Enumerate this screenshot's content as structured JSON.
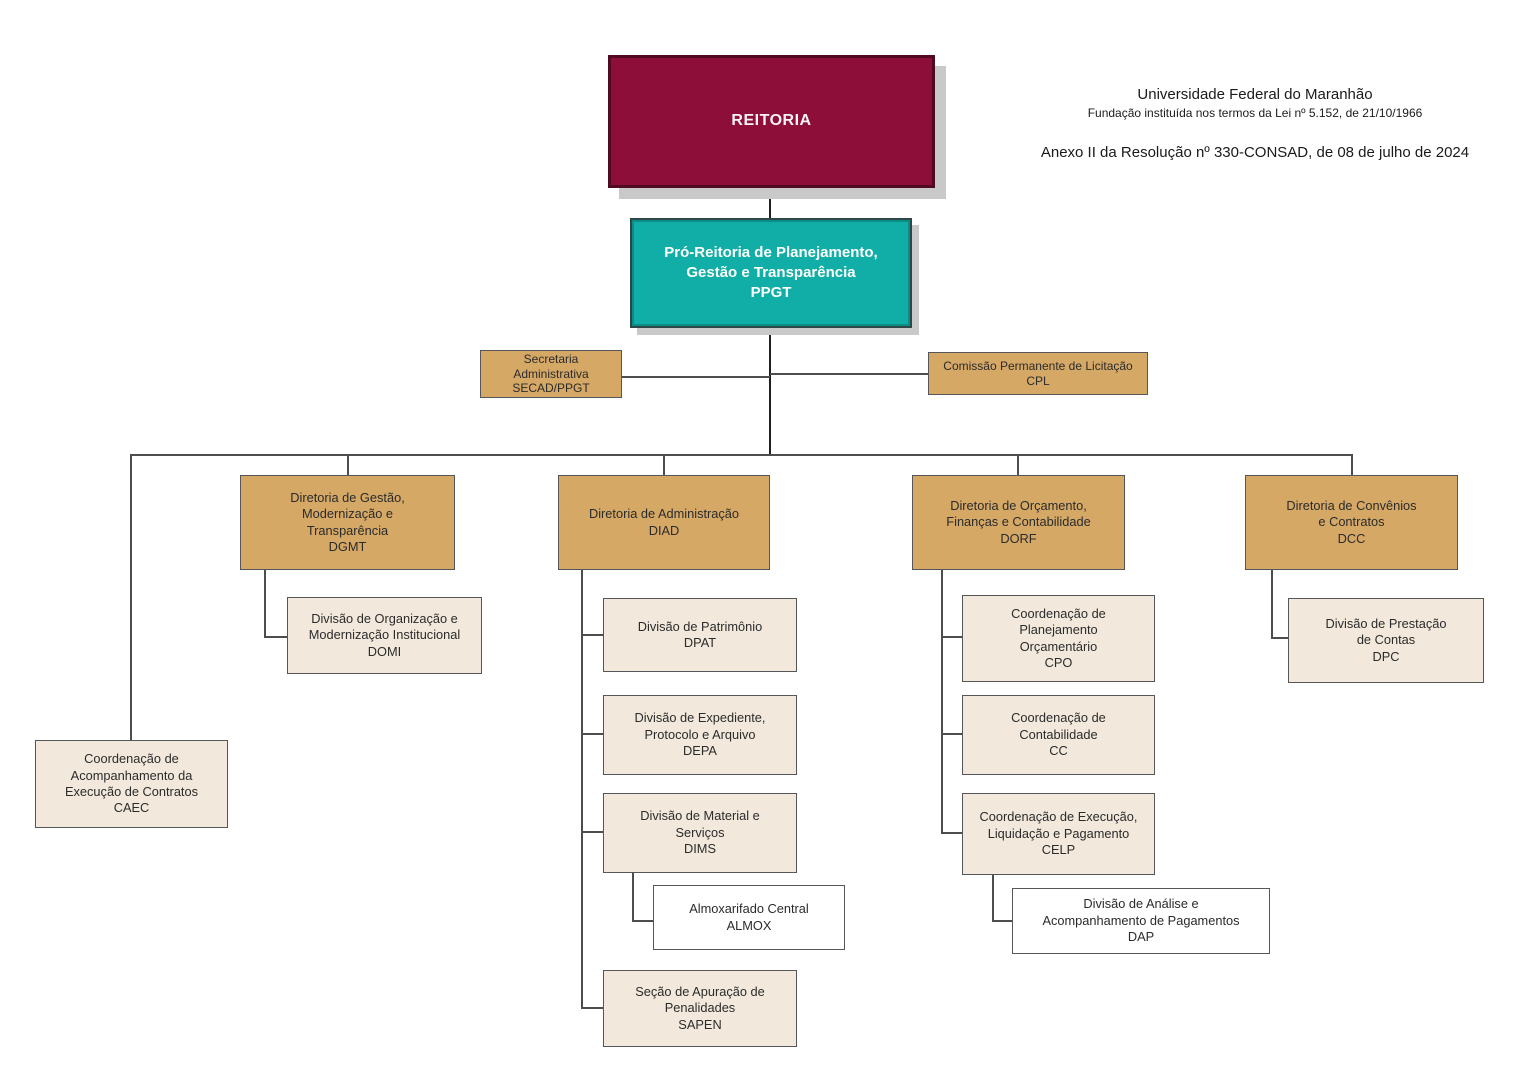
{
  "document": {
    "org_name": "Universidade Federal do Maranhão",
    "org_subtitle": "Fundação instituída nos termos da Lei nº 5.152, de 21/10/1966",
    "annex_title": "Anexo II da Resolução nº 330-CONSAD, de 08 de julho de 2024"
  },
  "colors": {
    "maroon": "#8e0e3a",
    "maroon-border": "#500a22",
    "teal": "#10aea6",
    "teal-border": "#2e4747",
    "teal-inner": "#0a8d86",
    "tan": "#d5a866",
    "cream": "#f2e9dc",
    "white-node": "#ffffff",
    "node-border": "#55565a",
    "line": "#4d4d4d",
    "shadow": "#c9c9c9",
    "node-text": "#2b2b2b"
  },
  "nodes": {
    "reitoria": {
      "title": "REITORIA",
      "code": ""
    },
    "ppgt": {
      "title": "Pró-Reitoria de Planejamento,\nGestão e Transparência",
      "code": "PPGT"
    },
    "secad": {
      "title": "Secretaria\nAdministrativa",
      "code": "SECAD/PPGT"
    },
    "cpl": {
      "title": "Comissão Permanente de Licitação",
      "code": "CPL"
    },
    "dgmt": {
      "title": "Diretoria de Gestão,\nModernização e\nTransparência",
      "code": "DGMT"
    },
    "diad": {
      "title": "Diretoria de Administração",
      "code": "DIAD"
    },
    "dorf": {
      "title": "Diretoria de Orçamento,\nFinanças e Contabilidade",
      "code": "DORF"
    },
    "dcc": {
      "title": "Diretoria de Convênios\ne Contratos",
      "code": "DCC"
    },
    "caec": {
      "title": "Coordenação de\nAcompanhamento da\nExecução de Contratos",
      "code": "CAEC"
    },
    "domi": {
      "title": "Divisão de Organização e\nModernização Institucional",
      "code": "DOMI"
    },
    "dpat": {
      "title": "Divisão de Patrimônio",
      "code": "DPAT"
    },
    "depa": {
      "title": "Divisão de Expediente,\nProtocolo e Arquivo",
      "code": "DEPA"
    },
    "dims": {
      "title": "Divisão de Material e\nServiços",
      "code": "DIMS"
    },
    "almox": {
      "title": "Almoxarifado Central",
      "code": "ALMOX"
    },
    "sapen": {
      "title": "Seção de Apuração de\nPenalidades",
      "code": "SAPEN"
    },
    "cpo": {
      "title": "Coordenação de\nPlanejamento\nOrçamentário",
      "code": "CPO"
    },
    "cc": {
      "title": "Coordenação de\nContabilidade",
      "code": "CC"
    },
    "celp": {
      "title": "Coordenação de Execução,\nLiquidação e Pagamento",
      "code": "CELP"
    },
    "dap": {
      "title": "Divisão de Análise e\nAcompanhamento de Pagamentos",
      "code": "DAP"
    },
    "dpc": {
      "title": "Divisão de Prestação\nde Contas",
      "code": "DPC"
    }
  }
}
